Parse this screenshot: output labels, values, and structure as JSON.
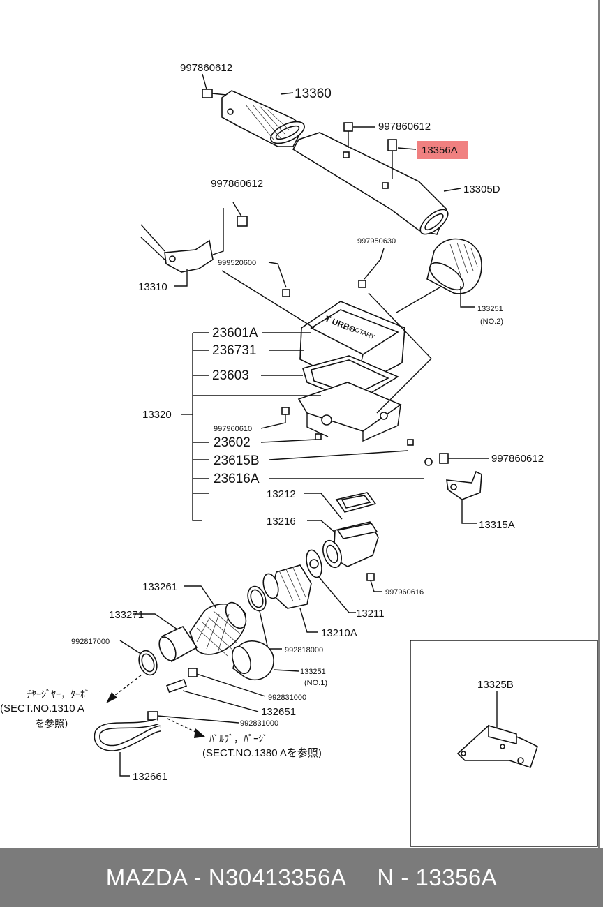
{
  "diagram": {
    "highlight_color": "#f08080",
    "labels": {
      "bolt_top": "997860612",
      "pipe_13360": "13360",
      "bolt_pipe": "997860612",
      "highlight_part": "13356A",
      "pipe_13305d": "13305D",
      "bolt_left": "997860612",
      "screw_997950630": "997950630",
      "screw_999520600": "999520600",
      "bracket_13310": "13310",
      "hose_133251_no2": "133251",
      "hose_133251_no2_note": "(NO.2)",
      "p23601a": "23601A",
      "p236731": "236731",
      "p23603": "23603",
      "p13320": "13320",
      "bolt_997960610": "997960610",
      "p23602": "23602",
      "p23615b": "23615B",
      "p23616a": "23616A",
      "bolt_right": "997860612",
      "p13212": "13212",
      "p13315a": "13315A",
      "p13216": "13216",
      "bolt_997960616": "997960616",
      "p133261": "133261",
      "p13211": "13211",
      "p133271": "133271",
      "p13210a": "13210A",
      "clamp_992817000": "992817000",
      "clamp_992818000": "992818000",
      "hose_133251_no1": "133251",
      "hose_133251_no1_note": "(NO.1)",
      "clip_992831000_a": "992831000",
      "p132651": "132651",
      "clip_992831000_b": "992831000",
      "p132661": "132661",
      "p13325b": "13325B",
      "ref_left_line1": "ﾁﾔｰｼﾞﾔｰ，ﾀｰﾎﾞ",
      "ref_left_line2": "(SECT.NO.1310 A",
      "ref_left_line3": "を参照)",
      "ref_right_line1": "ﾊﾞﾙﾌﾞ，ﾊﾟｰｼﾞ",
      "ref_right_line2": "(SECT.NO.1380 Aを参照)",
      "cover_text_1": "T URBO",
      "cover_text_2": "ROTARY"
    }
  },
  "footer": {
    "left": "MAZDA - N30413356A",
    "right": "N - 13356A"
  }
}
